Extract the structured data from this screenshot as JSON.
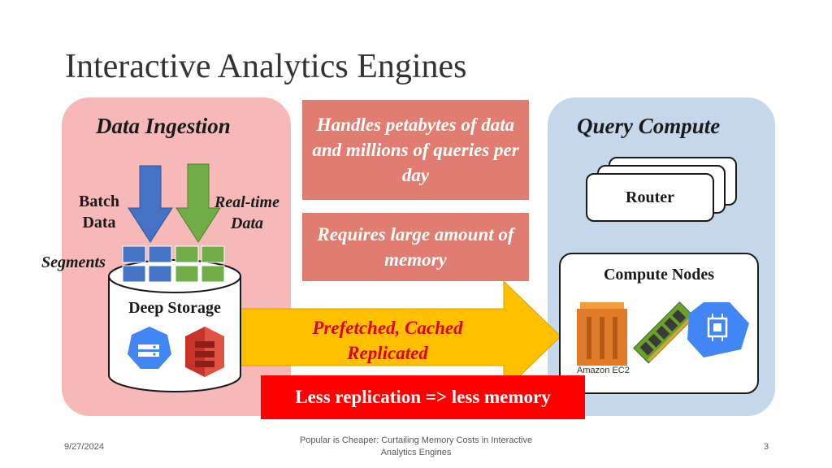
{
  "slide": {
    "title": "Interactive Analytics Engines",
    "date": "9/27/2024",
    "footer_text": "Popular is Cheaper: Curtailing Memory Costs in Interactive Analytics Engines",
    "page_number": "3"
  },
  "ingestion": {
    "title": "Data Ingestion",
    "batch_label_1": "Batch",
    "batch_label_2": "Data",
    "realtime_label_1": "Real-time",
    "realtime_label_2": "Data",
    "segments_label": "Segments",
    "storage_label": "Deep Storage"
  },
  "notes": {
    "petabytes": "Handles petabytes of data and millions of queries per day",
    "memory": "Requires large amount of memory"
  },
  "transfer": {
    "line1": "Prefetched, Cached",
    "line2": "Replicated"
  },
  "compute": {
    "title": "Query Compute",
    "router_label": "Router",
    "nodes_label": "Compute Nodes",
    "ec2_label": "Amazon EC2"
  },
  "warning": "Less replication => less memory",
  "colors": {
    "ingest_panel": "#f7b8b8",
    "compute_panel": "#c5d7ea",
    "note_fill": "#e07d70",
    "batch_arrow": "#4472c4",
    "realtime_arrow": "#70ad47",
    "transfer_arrow": "#ffc000",
    "transfer_text": "#e0001b",
    "warning_fill": "#ff0000"
  },
  "icons": {
    "storage_icon": "google-cloud-storage-icon",
    "s3_icon": "amazon-s3-icon",
    "ec2_icon": "amazon-ec2-icon",
    "memory_icon": "ram-module-icon",
    "gce_icon": "google-compute-engine-icon"
  }
}
